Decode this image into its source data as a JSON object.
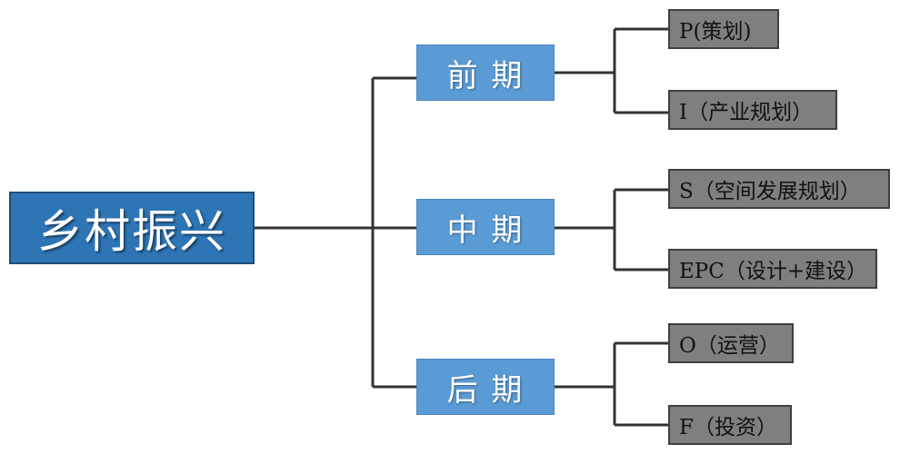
{
  "root": {
    "label": "乡村振兴"
  },
  "phases": [
    {
      "label": "前 期",
      "items": [
        "P(策划)",
        "I（产业规划）"
      ]
    },
    {
      "label": "中 期",
      "items": [
        "S（空间发展规划）",
        "EPC（设计+建设）"
      ]
    },
    {
      "label": "后 期",
      "items": [
        "O（运营）",
        "F（投资）"
      ]
    }
  ],
  "colors": {
    "root_fill": "#2E75B6",
    "phase_fill": "#5B9BD5",
    "leaf_fill": "#7F7F7F",
    "connector": "#333333"
  }
}
